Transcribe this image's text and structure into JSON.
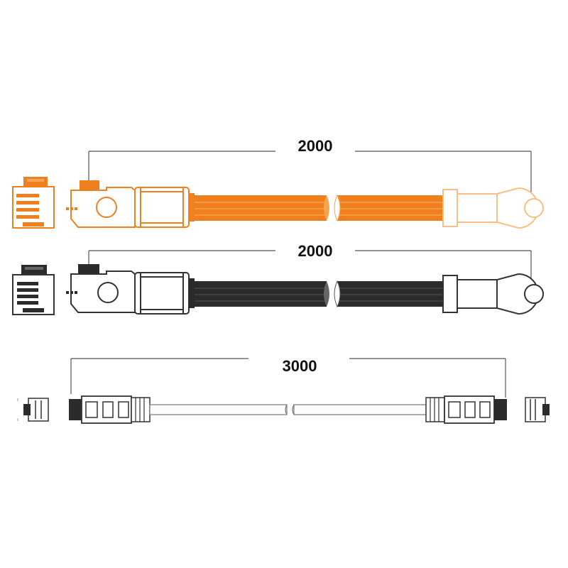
{
  "colors": {
    "orange_cable": "#f07f1e",
    "orange_outline": "#f5a354",
    "orange_light": "#fbbf83",
    "black_cable": "#2b2b2b",
    "dark_outline": "#333333",
    "grey_cable": "#bdbdbd",
    "dim_line": "#555555"
  },
  "cables": [
    {
      "id": "orange-power-cable",
      "length_label": "2000",
      "color": "orange"
    },
    {
      "id": "black-power-cable",
      "length_label": "2000",
      "color": "black"
    },
    {
      "id": "communication-cable",
      "length_label": "3000",
      "color": "grey"
    }
  ]
}
